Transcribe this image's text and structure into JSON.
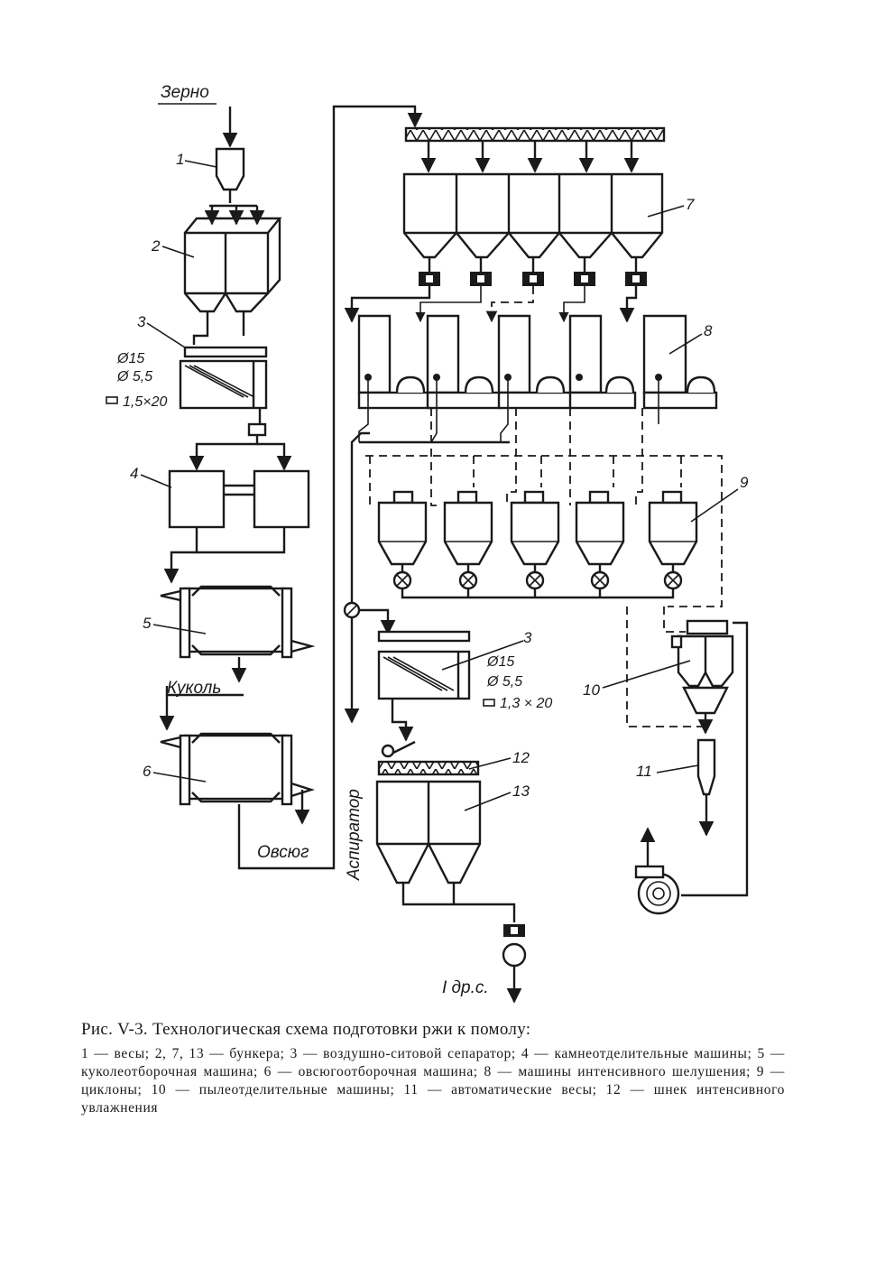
{
  "diagram": {
    "labels": {
      "grain_in": "Зерно",
      "weigher": "1",
      "hopper_a": "2",
      "separator_a": "3",
      "separator_a_sieve1": "Ø15",
      "separator_a_sieve2": "Ø 5,5",
      "separator_a_sieve3": "1,5×20",
      "stone_sep": "4",
      "cockle_machine": "5",
      "cockle_out": "Куколь",
      "oat_machine": "6",
      "oat_out": "Овсюг",
      "aspirator": "Аспиратор",
      "hopper_b": "7",
      "huller": "8",
      "cyclone": "9",
      "dust_machine": "10",
      "auto_scale": "11",
      "separator_b": "3",
      "separator_b_sieve1": "Ø15",
      "separator_b_sieve2": "Ø 5,5",
      "separator_b_sieve3": "1,3 × 20",
      "screw": "12",
      "hopper_c": "13",
      "output": "I др.с."
    }
  },
  "caption": {
    "title": "Рис. V-3. Технологическая схема подготовки ржи к помолу:",
    "legend": "1 — весы; 2, 7, 13 — бункера; 3 — воздушно-ситовой сепаратор; 4 — камнеотделительные машины; 5 — куколеотборочная машина; 6 — овсюгоотборочная машина; 8 — машины интенсивного шелушения; 9 — циклоны; 10 — пылеотделительные машины; 11 — автоматические весы; 12 — шнек интенсивного увлажнения"
  }
}
